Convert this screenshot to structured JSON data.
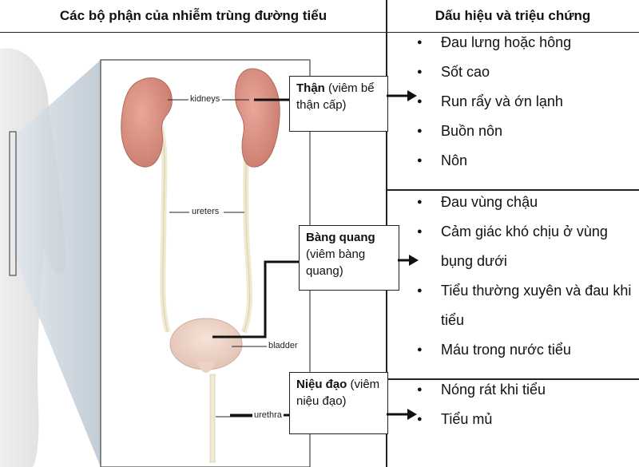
{
  "header": {
    "left_title": "Các bộ phận của nhiễm trùng đường tiểu",
    "right_title": "Dấu hiệu và triệu chứng"
  },
  "diagram": {
    "labels": {
      "kidneys": "kidneys",
      "ureters": "ureters",
      "bladder": "bladder",
      "urethra": "urethra"
    },
    "callouts": {
      "kidney": {
        "name": "Thận",
        "detail": "(viêm bể thận cấp)"
      },
      "bladder": {
        "name": "Bàng quang",
        "detail": "(viêm bàng quang)"
      },
      "urethra": {
        "name": "Niệu đạo",
        "detail": "(viêm niệu đạo)"
      }
    }
  },
  "symptoms": {
    "kidney": [
      "Đau lưng hoặc hông",
      "Sốt cao",
      "Run rẩy và ớn lạnh",
      "Buồn nôn",
      "Nôn"
    ],
    "bladder": [
      "Đau vùng chậu",
      "Cảm giác khó chịu ở vùng bụng dưới",
      "Tiểu thường xuyên và đau khi tiểu",
      "Máu trong nước tiểu"
    ],
    "urethra": [
      "Nóng rát khi tiểu",
      "Tiểu mủ"
    ]
  }
}
